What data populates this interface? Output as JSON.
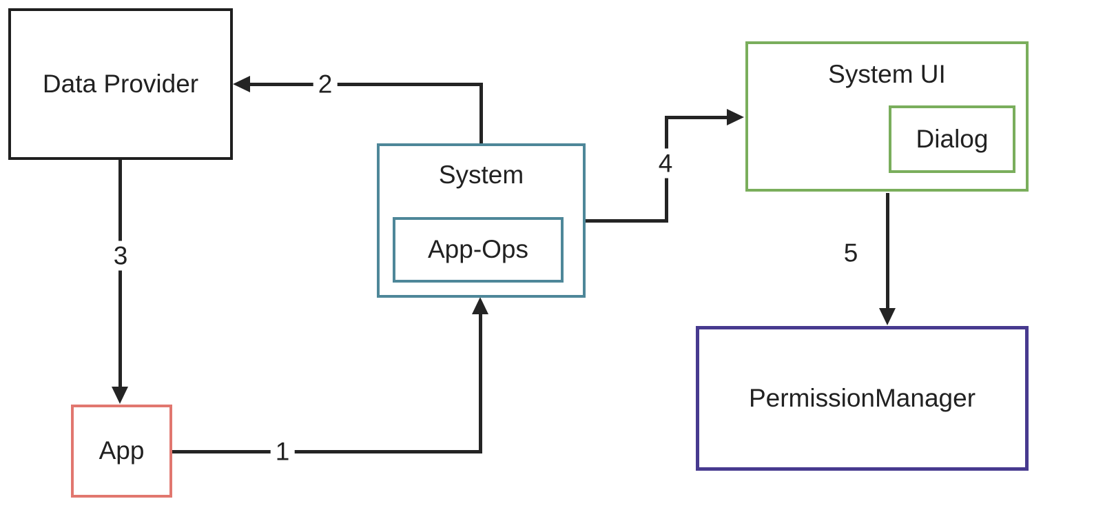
{
  "diagram": {
    "background": "#ffffff",
    "line_color": "#242424",
    "text_color": "#212121",
    "nodes": {
      "data_provider": {
        "label": "Data Provider",
        "border_color": "#1f1f1f"
      },
      "app": {
        "label": "App",
        "border_color": "#e1776f"
      },
      "system": {
        "label": "System",
        "border_color": "#4e8799"
      },
      "app_ops": {
        "label": "App-Ops",
        "border_color": "#4e8799"
      },
      "system_ui": {
        "label": "System UI",
        "border_color": "#7aae5c"
      },
      "dialog": {
        "label": "Dialog",
        "border_color": "#7aae5c"
      },
      "permission_manager": {
        "label": "PermissionManager",
        "border_color": "#473a8f"
      }
    },
    "edges": [
      {
        "number": "1",
        "from": "App",
        "to": "System"
      },
      {
        "number": "2",
        "from": "System",
        "to": "Data Provider"
      },
      {
        "number": "3",
        "from": "Data Provider",
        "to": "App"
      },
      {
        "number": "4",
        "from": "System",
        "to": "System UI"
      },
      {
        "number": "5",
        "from": "System UI",
        "to": "PermissionManager"
      }
    ]
  }
}
